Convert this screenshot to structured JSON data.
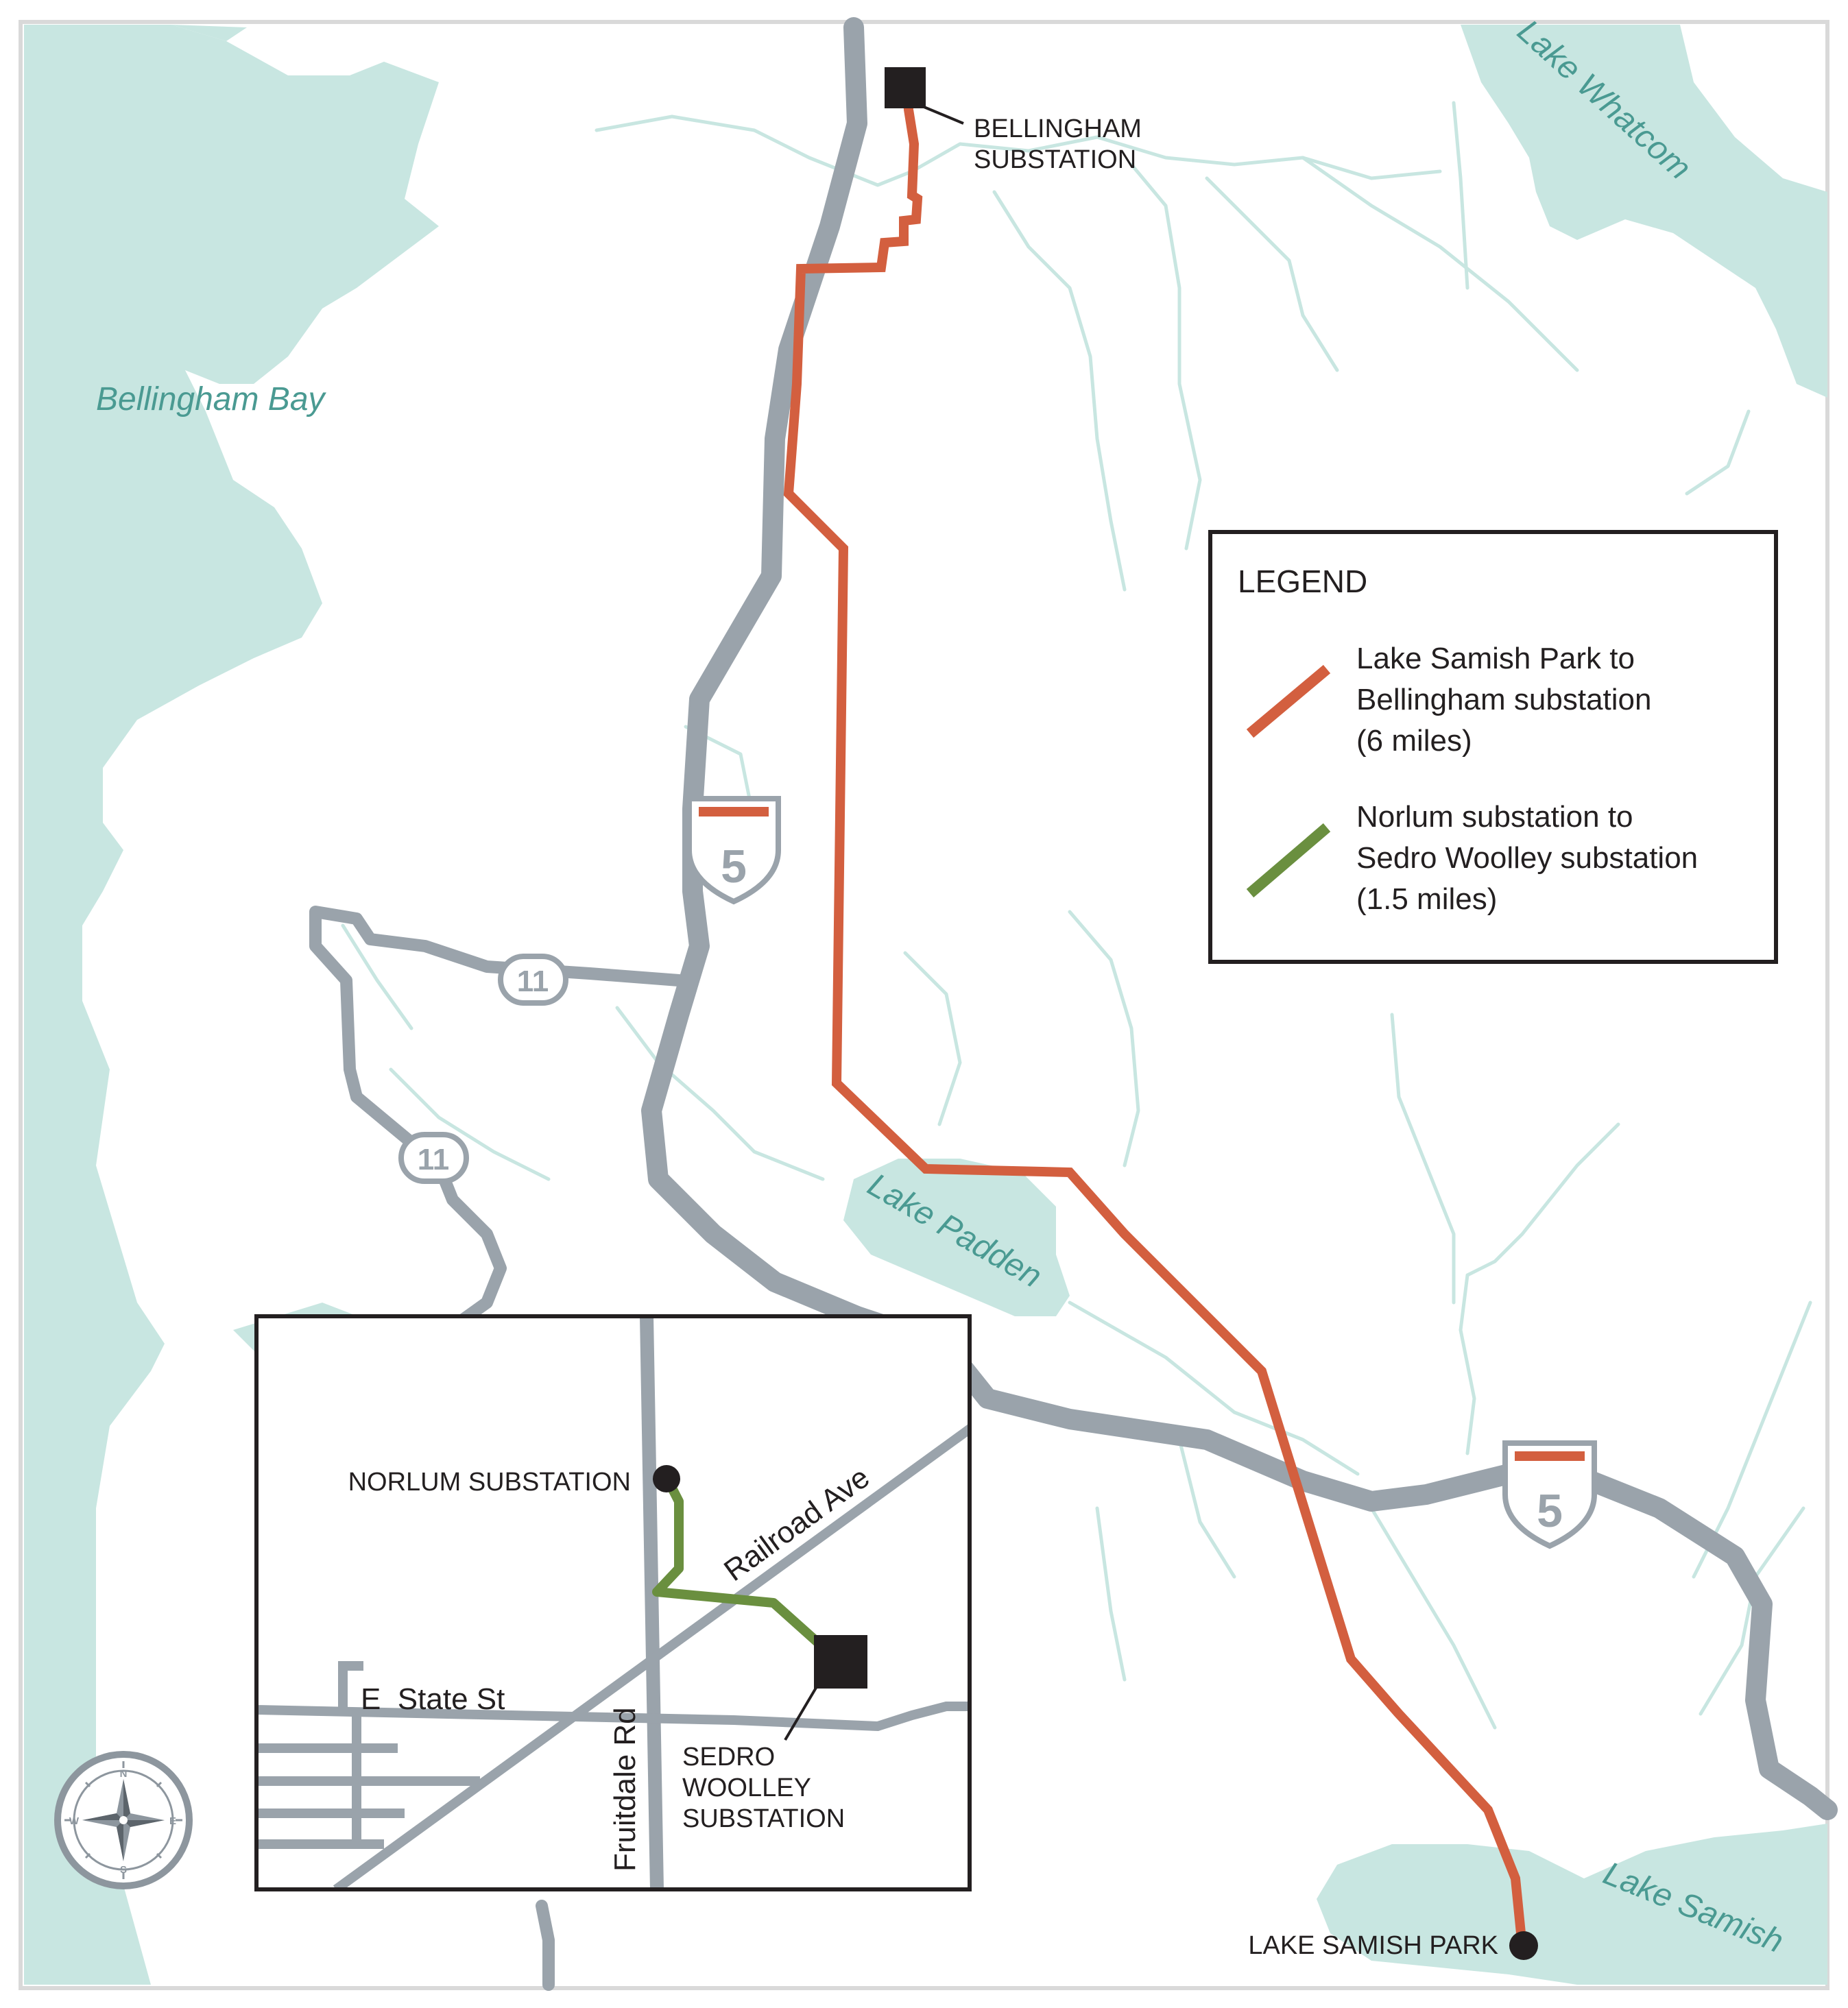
{
  "water": {
    "bellingham_bay": "Bellingham Bay",
    "lake_whatcom": "Lake Whatcom",
    "lake_padden": "Lake Padden",
    "lake_samish": "Lake Samish"
  },
  "places": {
    "bellingham_substation_line1": "BELLINGHAM",
    "bellingham_substation_line2": "SUBSTATION",
    "lake_samish_park": "LAKE SAMISH PARK"
  },
  "highways": {
    "i5_number": "5",
    "sr11_number": "11"
  },
  "legend": {
    "title": "LEGEND",
    "items": [
      {
        "lines": [
          "Lake Samish Park to",
          "Bellingham substation",
          "(6 miles)"
        ],
        "color": "#d35f3f"
      },
      {
        "lines": [
          "Norlum substation to",
          "Sedro Woolley substation",
          "(1.5 miles)"
        ],
        "color": "#6a8f3f"
      }
    ]
  },
  "inset": {
    "norlum_substation": "NORLUM SUBSTATION",
    "railroad_ave": "Railroad Ave",
    "e_state_st": "E  State St",
    "fruitdale_rd": "Fruitdale Rd",
    "sedro_line1": "SEDRO",
    "sedro_line2": "WOOLLEY",
    "sedro_line3": "SUBSTATION"
  },
  "compass": {
    "n": "N",
    "s": "S",
    "e": "E",
    "w": "W"
  },
  "colors": {
    "water": "#c8e6e1",
    "stream": "#c8e6e1",
    "road": "#9aa3ab",
    "route_red": "#d35f3f",
    "route_green": "#6a8f3f",
    "border": "#231f20"
  }
}
